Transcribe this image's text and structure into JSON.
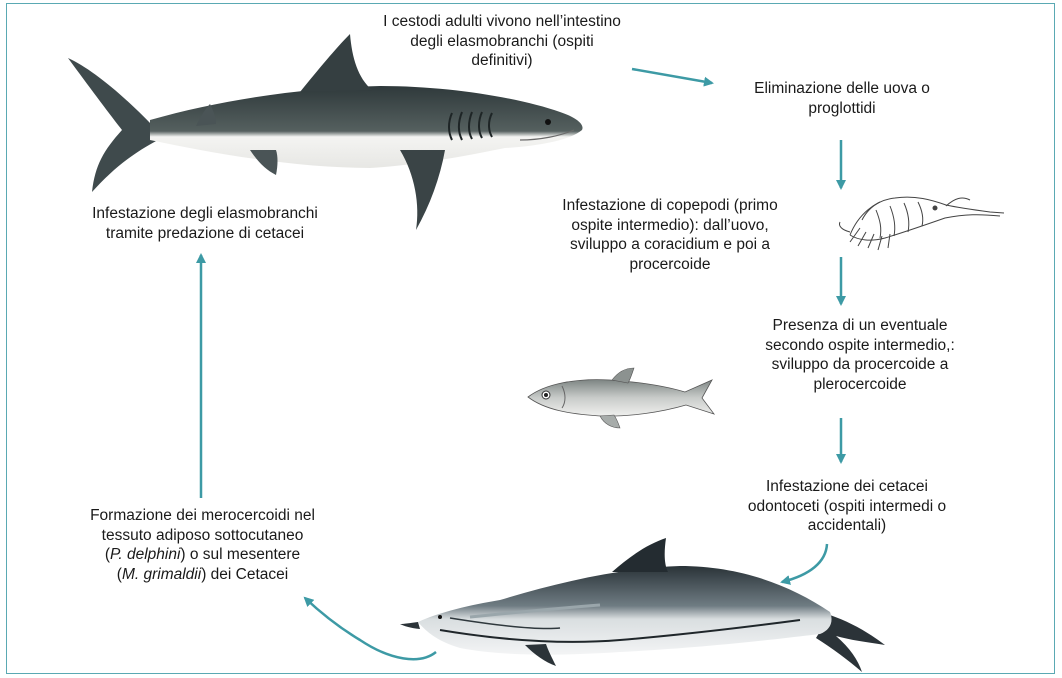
{
  "colors": {
    "arrow": "#3d9aa5",
    "frame": "#5aa9b3",
    "shark_back": "#3f4a4c",
    "dolphin_back": "#2b3338"
  },
  "labels": {
    "adult_cestodes": [
      "I cestodi adulti vivono nell’intestino",
      "degli elasmobranchi (ospiti",
      "definitivi)"
    ],
    "egg_elimination": [
      "Eliminazione delle uova o",
      "proglottidi"
    ],
    "copepod_infestation": [
      "Infestazione di copepodi (primo",
      "ospite intermedio): dall’uovo,",
      "sviluppo a coracidium e poi a",
      "procercoide"
    ],
    "second_host": [
      "Presenza di un eventuale",
      "secondo ospite intermedio,:",
      "sviluppo da procercoide a",
      "plerocercoide"
    ],
    "cetacean_infestation": [
      "Infestazione dei cetacei",
      "odontoceti (ospiti intermedi o",
      "accidentali)"
    ],
    "merocercoid_formation": {
      "line1": "Formazione dei merocercoidi nel",
      "line2": "tessuto adiposo sottocutaneo",
      "line3_open": "(",
      "line3_italic": "P. delphini",
      "line3_rest": ") o sul mesentere",
      "line4_open": "(",
      "line4_italic": "M. grimaldii",
      "line4_rest": ") dei Cetacei"
    },
    "elasmobranch_infestation": [
      "Infestazione degli elasmobranchi",
      "tramite predazione di cetacei"
    ]
  },
  "icons": [
    "shark-illustration",
    "copepod-illustration",
    "fish-illustration",
    "dolphin-illustration"
  ]
}
